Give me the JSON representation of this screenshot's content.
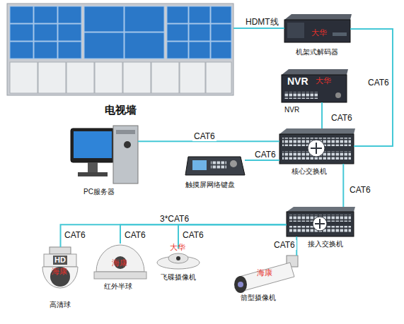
{
  "diagram": {
    "nodes": [
      {
        "text": [
          "电视墙"
        ]
      },
      {
        "text": [
          "大华",
          "机架式解码器"
        ]
      },
      {
        "text": [
          "NVR",
          "大华",
          "NVR"
        ]
      },
      {
        "text": [
          "核心交换机"
        ]
      },
      {
        "text": [
          "PC服务器"
        ]
      },
      {
        "text": [
          "触摸屏网络键盘"
        ]
      },
      {
        "text": [
          "接入交换机"
        ]
      },
      {
        "text": [
          "HD",
          "海康",
          "高清球"
        ]
      },
      {
        "text": [
          "海康",
          "红外半球"
        ]
      },
      {
        "text": [
          "大华",
          "飞碟摄像机"
        ]
      },
      {
        "text": [
          "海康",
          "箭型摄像机"
        ]
      }
    ],
    "edges": [
      {
        "from": 0,
        "to": 1,
        "label": "HDMT线",
        "arrow": "none"
      },
      {
        "from": 1,
        "to": 3,
        "label": "CAT6",
        "arrow": "none"
      },
      {
        "from": 2,
        "to": 3,
        "label": "CAT6",
        "arrow": "none"
      },
      {
        "from": 4,
        "to": 3,
        "label": "CAT6",
        "arrow": "none"
      },
      {
        "from": 5,
        "to": 3,
        "label": "CAT6",
        "arrow": "none"
      },
      {
        "from": 3,
        "to": 6,
        "label": "CAT6",
        "arrow": "none"
      },
      {
        "from": 6,
        "to": 7,
        "label": "CAT6",
        "arrow": "none"
      },
      {
        "from": 6,
        "to": 8,
        "label": "CAT6",
        "arrow": "none"
      },
      {
        "from": 6,
        "to": 9,
        "label": "CAT6",
        "arrow": "none"
      },
      {
        "from": 6,
        "to": 10,
        "label": "CAT6",
        "arrow": "none"
      }
    ],
    "labels": [
      "3*CAT6"
    ]
  }
}
